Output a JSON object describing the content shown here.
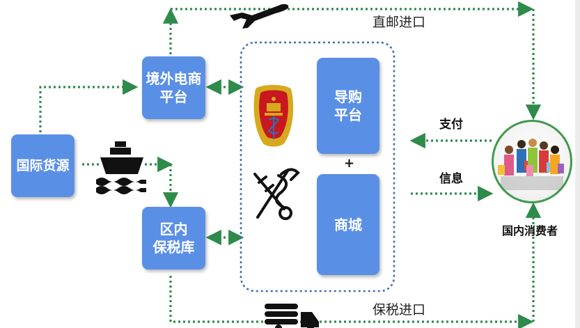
{
  "nodes": {
    "intl_source": "国际货源",
    "overseas_platform": "境外电商\n平台",
    "bonded_warehouse": "区内\n保税库",
    "guide_platform": "导购\n平台",
    "mall": "商城",
    "consumer": "国内消费者"
  },
  "labels": {
    "direct_import": "直邮进口",
    "bonded_import": "保税进口",
    "payment": "支付",
    "info": "信息",
    "plus": "+"
  },
  "colors": {
    "box": "#5a8fe6",
    "arrow": "#2e8b4a",
    "dashed_frame": "#3f6fb0",
    "emblem_red": "#c8171e",
    "emblem_gold": "#d7a91e"
  },
  "icons": [
    "airplane-icon",
    "ship-icon",
    "truck-icon",
    "customs-emblem-icon",
    "caduceus-key-icon",
    "shoppers-photo-icon"
  ]
}
